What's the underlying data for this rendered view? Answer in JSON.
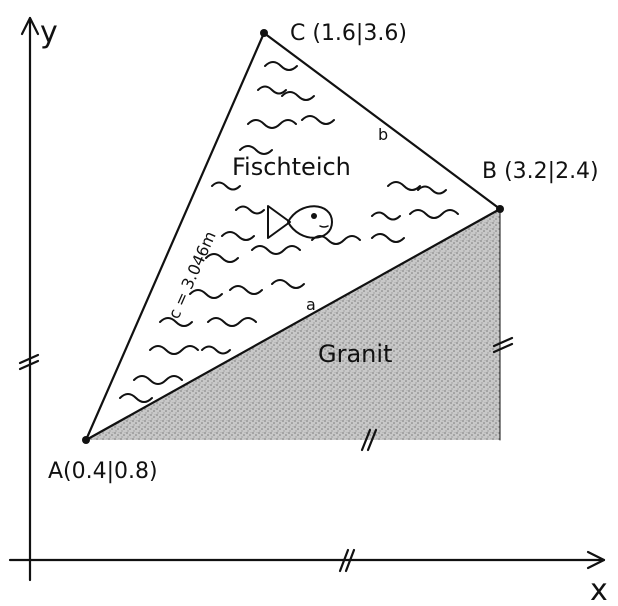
{
  "axes": {
    "x_label": "x",
    "y_label": "y"
  },
  "points": {
    "A": "A(0.4|0.8)",
    "B": "B (3.2|2.4)",
    "C": "C (1.6|3.6)"
  },
  "regions": {
    "pond": "Fischteich",
    "granite": "Granit"
  },
  "sides": {
    "a": "a",
    "b": "b",
    "c": "c = 3.046m"
  },
  "colors": {
    "ink": "#111111",
    "granite_fill": "#bdbdbd"
  }
}
